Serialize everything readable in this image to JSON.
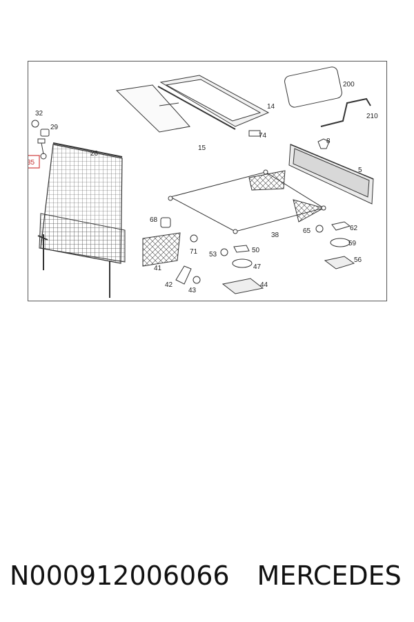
{
  "diagram": {
    "part_labels": [
      "32",
      "29",
      "35",
      "26",
      "15",
      "14",
      "74",
      "200",
      "210",
      "8",
      "5",
      "38",
      "68",
      "41",
      "42",
      "43",
      "71",
      "53",
      "50",
      "47",
      "44",
      "65",
      "62",
      "59",
      "56"
    ],
    "highlighted_label": "35",
    "highlight_color": "#d04040",
    "line_color": "#333333"
  },
  "caption": {
    "part_number": "N000912006066",
    "brand": "MERCEDES"
  }
}
